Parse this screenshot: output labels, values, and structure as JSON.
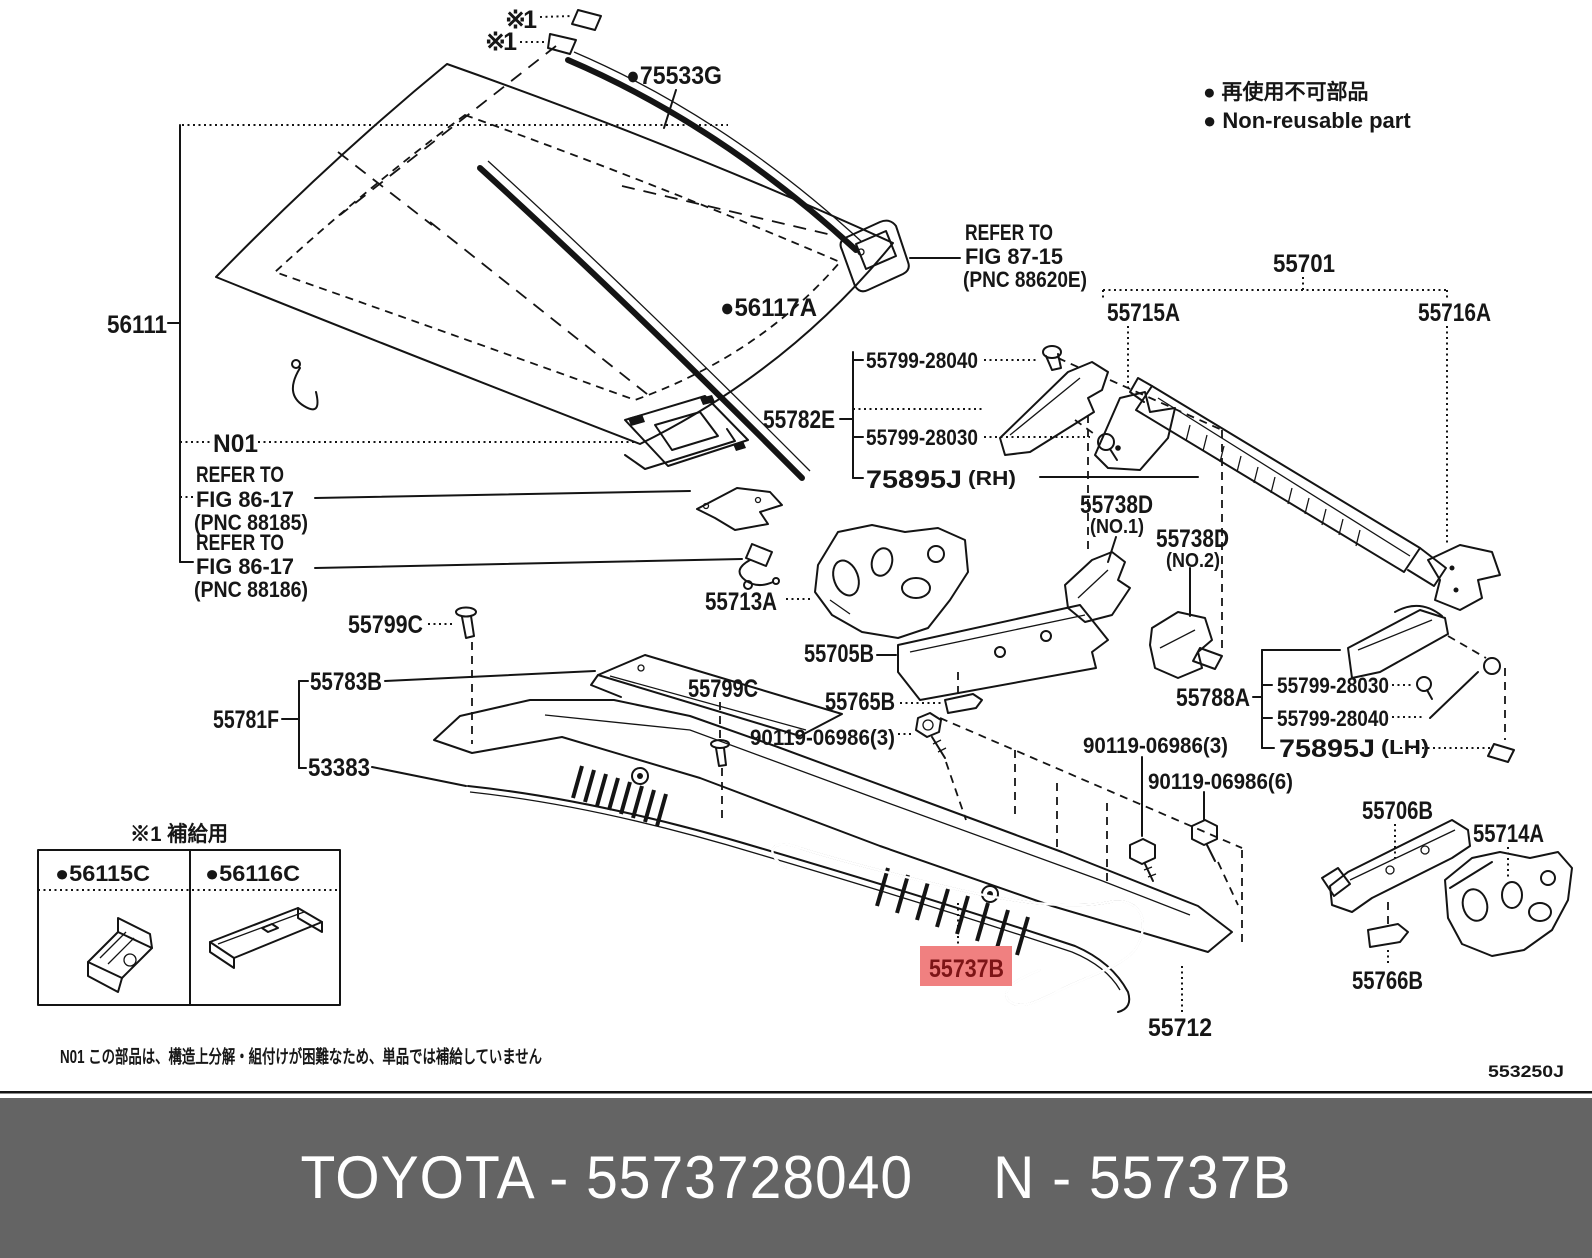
{
  "colors": {
    "line": "#141414",
    "highlight_bg": "#f08080",
    "highlight_text": "#7d1416",
    "banner_bg": "#646464",
    "banner_text": "#ffffff"
  },
  "legend": {
    "jp": "● 再使用不可部品",
    "en": "● Non-reusable part"
  },
  "callouts": {
    "star1_top": "※1",
    "star1_bottom": "※1",
    "p75533g": "●75533G",
    "p56111": "56111",
    "p56117a": "●56117A",
    "n01": "N01",
    "p55701": "55701",
    "p55715a": "55715A",
    "p55716a": "55716A",
    "p55782e": "55782E",
    "p55799_28040_rh": "55799-28040",
    "p55799_28030_rh": "55799-28030",
    "p75895j_rh": "75895J",
    "rh": "(RH)",
    "p55738d_no1": "55738D",
    "no1": "(NO.1)",
    "p55738d_no2": "55738D",
    "no2": "(NO.2)",
    "p55713a": "55713A",
    "p55705b": "55705B",
    "p55765b": "55765B",
    "p55799c_left": "55799C",
    "p55799c_right": "55799C",
    "p55783b": "55783B",
    "p55781f": "55781F",
    "p53383": "53383",
    "bolt3_left": "90119-06986(3)",
    "bolt3_right": "90119-06986(3)",
    "bolt6": "90119-06986(6)",
    "p55788a": "55788A",
    "p55799_28030_lh": "55799-28030",
    "p55799_28040_lh": "55799-28040",
    "p75895j_lh": "75895J",
    "lh": "(LH)",
    "p55706b": "55706B",
    "p55714a": "55714A",
    "p55766b": "55766B",
    "p55712": "55712",
    "p55737b": "55737B"
  },
  "refer_fig_87_15": {
    "line1": "REFER TO",
    "line2": "FIG 87-15",
    "line3": "(PNC 88620E)"
  },
  "refer_fig_86_17_pnc88185": {
    "line1": "REFER TO",
    "line2": "FIG 86-17",
    "line3": "(PNC 88185)"
  },
  "refer_fig_86_17_pnc88186": {
    "line1": "REFER TO",
    "line2": "FIG 86-17",
    "line3": "(PNC 88186)"
  },
  "supply_box": {
    "header": "※1 補給用",
    "item1": "●56115C",
    "item2": "●56116C"
  },
  "footnote": "N01 この部品は、構造上分解・組付けが困難なため、単品では補給していません",
  "doc_number": "553250J",
  "banner": {
    "left": "TOYOTA - 5573728040",
    "right": "N - 55737B"
  }
}
